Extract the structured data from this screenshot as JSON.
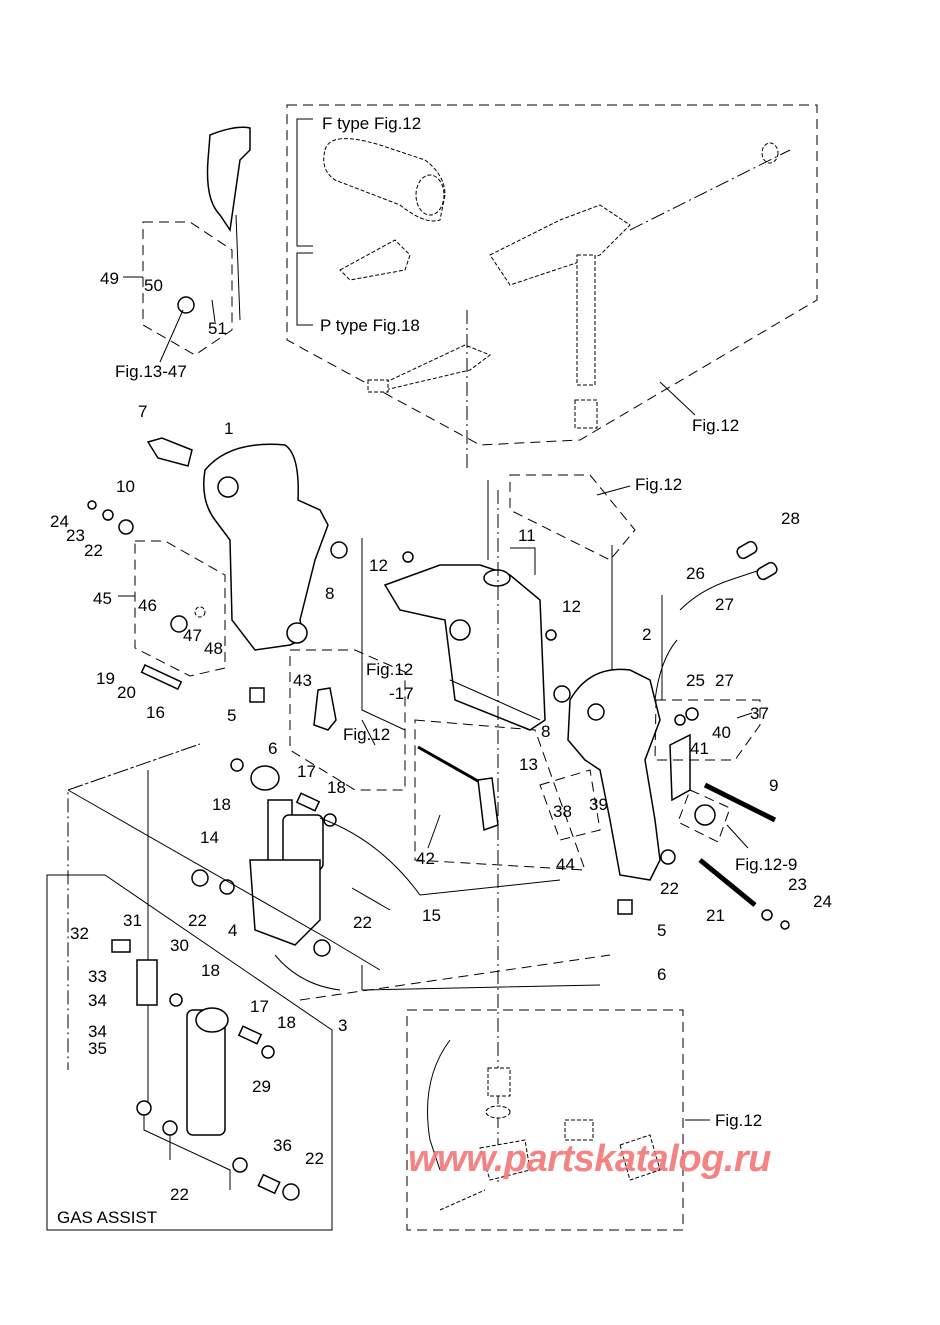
{
  "diagram": {
    "title": "Parts exploded view",
    "watermark": "www.partskatalog.ru",
    "watermark_color": "#f47a7a",
    "group_labels": {
      "f_type": "F type Fig.12",
      "p_type": "P type Fig.18",
      "fig12_top": "Fig.12",
      "fig12_hose": "Fig.12",
      "fig12_17a": "Fig.12",
      "fig12_17b": "-17",
      "fig12_mid": "Fig.12",
      "fig12_9": "Fig.12-9",
      "fig12_bottom": "Fig.12",
      "fig13_47": "Fig.13-47",
      "gas_assist": "GAS ASSIST"
    },
    "callouts": [
      {
        "id": "c1",
        "text": "1"
      },
      {
        "id": "c2",
        "text": "2"
      },
      {
        "id": "c3",
        "text": "3"
      },
      {
        "id": "c4",
        "text": "4"
      },
      {
        "id": "c5a",
        "text": "5"
      },
      {
        "id": "c5b",
        "text": "5"
      },
      {
        "id": "c6a",
        "text": "6"
      },
      {
        "id": "c6b",
        "text": "6"
      },
      {
        "id": "c7",
        "text": "7"
      },
      {
        "id": "c8a",
        "text": "8"
      },
      {
        "id": "c8b",
        "text": "8"
      },
      {
        "id": "c9",
        "text": "9"
      },
      {
        "id": "c10",
        "text": "10"
      },
      {
        "id": "c11",
        "text": "11"
      },
      {
        "id": "c12a",
        "text": "12"
      },
      {
        "id": "c12b",
        "text": "12"
      },
      {
        "id": "c13",
        "text": "13"
      },
      {
        "id": "c14",
        "text": "14"
      },
      {
        "id": "c15",
        "text": "15"
      },
      {
        "id": "c16",
        "text": "16"
      },
      {
        "id": "c17a",
        "text": "17"
      },
      {
        "id": "c17b",
        "text": "17"
      },
      {
        "id": "c18a",
        "text": "18"
      },
      {
        "id": "c18b",
        "text": "18"
      },
      {
        "id": "c18c",
        "text": "18"
      },
      {
        "id": "c18d",
        "text": "18"
      },
      {
        "id": "c19",
        "text": "19"
      },
      {
        "id": "c20",
        "text": "20"
      },
      {
        "id": "c21",
        "text": "21"
      },
      {
        "id": "c22a",
        "text": "22"
      },
      {
        "id": "c22b",
        "text": "22"
      },
      {
        "id": "c22c",
        "text": "22"
      },
      {
        "id": "c22d",
        "text": "22"
      },
      {
        "id": "c22e",
        "text": "22"
      },
      {
        "id": "c22f",
        "text": "22"
      },
      {
        "id": "c23a",
        "text": "23"
      },
      {
        "id": "c23b",
        "text": "23"
      },
      {
        "id": "c24a",
        "text": "24"
      },
      {
        "id": "c24b",
        "text": "24"
      },
      {
        "id": "c25",
        "text": "25"
      },
      {
        "id": "c26",
        "text": "26"
      },
      {
        "id": "c27a",
        "text": "27"
      },
      {
        "id": "c27b",
        "text": "27"
      },
      {
        "id": "c28",
        "text": "28"
      },
      {
        "id": "c29",
        "text": "29"
      },
      {
        "id": "c30",
        "text": "30"
      },
      {
        "id": "c31",
        "text": "31"
      },
      {
        "id": "c32",
        "text": "32"
      },
      {
        "id": "c33",
        "text": "33"
      },
      {
        "id": "c34a",
        "text": "34"
      },
      {
        "id": "c34b",
        "text": "34"
      },
      {
        "id": "c35",
        "text": "35"
      },
      {
        "id": "c36",
        "text": "36"
      },
      {
        "id": "c37",
        "text": "37"
      },
      {
        "id": "c38",
        "text": "38"
      },
      {
        "id": "c39",
        "text": "39"
      },
      {
        "id": "c40",
        "text": "40"
      },
      {
        "id": "c41",
        "text": "41"
      },
      {
        "id": "c42",
        "text": "42"
      },
      {
        "id": "c43",
        "text": "43"
      },
      {
        "id": "c44",
        "text": "44"
      },
      {
        "id": "c45",
        "text": "45"
      },
      {
        "id": "c46",
        "text": "46"
      },
      {
        "id": "c47",
        "text": "47"
      },
      {
        "id": "c48",
        "text": "48"
      },
      {
        "id": "c49",
        "text": "49"
      },
      {
        "id": "c50",
        "text": "50"
      },
      {
        "id": "c51",
        "text": "51"
      }
    ]
  }
}
